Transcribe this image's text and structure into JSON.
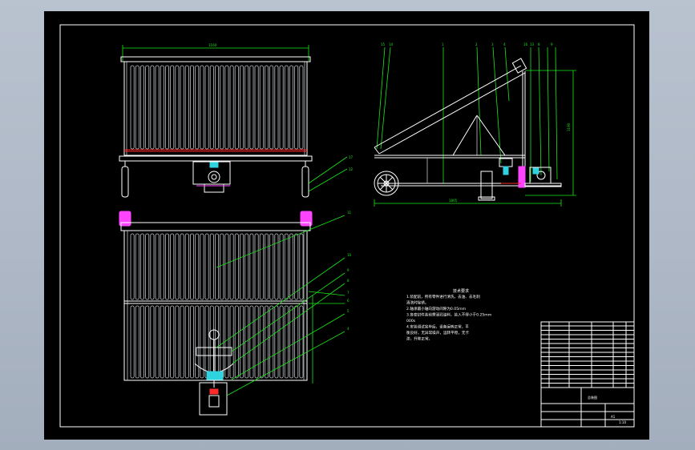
{
  "colors": {
    "background_frame": "#aeb8c6",
    "sheet": "#000000",
    "line_primary": "#ffffff",
    "line_dimension": "#18e818",
    "line_accent": "#ff2a2a",
    "line_magenta": "#ff44ff",
    "fill_cyan": "#2fd3e0"
  },
  "technical_requirements": {
    "title": "技术要求",
    "lines": [
      "1.装配前，所有零件进行清洗，去油、去毛刺",
      "清洗时除锈。",
      "2.轴承最小轴向游动间隙为0.05mm",
      "3.各密封件装前需浸润油料，装入不得小于0.25mm",
      "000s",
      "4.安装调试完毕后，设备运转正常，平",
      "衡良好，无异常噪声，运转平稳，无卡",
      "滞，升降正常。"
    ]
  },
  "title_block": {
    "drawing_name": "总装图",
    "scale_note": "1:10",
    "revision": "A1"
  },
  "dimensions": {
    "front_width": "1160",
    "side_height": "1190",
    "side_length": "1805"
  },
  "callouts": {
    "front_top": [
      "17",
      "12"
    ],
    "front_bottom": [
      "11",
      "10",
      "9",
      "8",
      "7",
      "6",
      "5",
      "4"
    ],
    "side_top": [
      "15",
      "14",
      "1",
      "2",
      "3",
      "4",
      "16",
      "13",
      "8",
      "9"
    ]
  }
}
